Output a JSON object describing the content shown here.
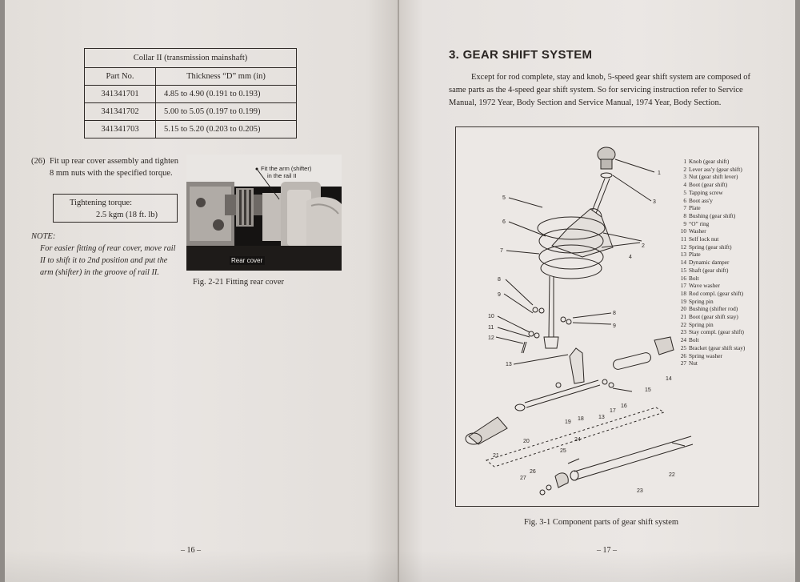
{
  "left_page": {
    "table": {
      "caption": "Collar II (transmission mainshaft)",
      "headers": [
        "Part No.",
        "Thickness “D”  mm (in)"
      ],
      "rows": [
        {
          "part_no": "341341701",
          "thickness": "4.85 to 4.90 (0.191 to 0.193)"
        },
        {
          "part_no": "341341702",
          "thickness": "5.00 to 5.05 (0.197 to 0.199)"
        },
        {
          "part_no": "341341703",
          "thickness": "5.15 to 5.20 (0.203 to 0.205)"
        }
      ]
    },
    "step": {
      "number": "(26)",
      "text": "Fit up rear cover assembly and tighten 8 mm nuts with the specified torque."
    },
    "torque": {
      "label": "Tightening torque:",
      "value": "2.5 kgm (18 ft. lb)"
    },
    "note": {
      "title": "NOTE:",
      "text": "For easier fitting of rear cover, move rail II to shift it to 2nd position and put the arm (shifter) in the groove of rail II."
    },
    "photo": {
      "callout_line1": "Fit the arm (shifter)",
      "callout_line2": "in the rail II",
      "rear_label": "Rear cover"
    },
    "figure_caption": "Fig. 2-21  Fitting rear cover",
    "page_number": "– 16 –"
  },
  "right_page": {
    "section_title": "3.  GEAR SHIFT SYSTEM",
    "intro": "Except for rod complete, stay and knob, 5-speed gear shift system are composed of same parts as the 4-speed gear shift system.  So for servicing instruction refer to Service Manual, 1972 Year, Body Section and Service Manual, 1974 Year, Body Section.",
    "legend": [
      {
        "n": "1",
        "label": "Knob (gear shift)"
      },
      {
        "n": "2",
        "label": "Lever ass'y (gear shift)"
      },
      {
        "n": "3",
        "label": "Nut (gear shift lever)"
      },
      {
        "n": "4",
        "label": "Boot (gear shift)"
      },
      {
        "n": "5",
        "label": "Tapping screw"
      },
      {
        "n": "6",
        "label": "Boot ass'y"
      },
      {
        "n": "7",
        "label": "Plate"
      },
      {
        "n": "8",
        "label": "Bushing (gear shift)"
      },
      {
        "n": "9",
        "label": "“O” ring"
      },
      {
        "n": "10",
        "label": "Washer"
      },
      {
        "n": "11",
        "label": "Self lock nut"
      },
      {
        "n": "12",
        "label": "Spring (gear shift)"
      },
      {
        "n": "13",
        "label": "Plate"
      },
      {
        "n": "14",
        "label": "Dynamic damper"
      },
      {
        "n": "15",
        "label": "Shaft (gear shift)"
      },
      {
        "n": "16",
        "label": "Bolt"
      },
      {
        "n": "17",
        "label": "Wave washer"
      },
      {
        "n": "18",
        "label": "Rod compl. (gear shift)"
      },
      {
        "n": "19",
        "label": "Spring pin"
      },
      {
        "n": "20",
        "label": "Bushing (shifter rod)"
      },
      {
        "n": "21",
        "label": "Boot (gear shift stay)"
      },
      {
        "n": "22",
        "label": "Spring pin"
      },
      {
        "n": "23",
        "label": "Stay compl. (gear shift)"
      },
      {
        "n": "24",
        "label": "Bolt"
      },
      {
        "n": "25",
        "label": "Bracket (gear shift stay)"
      },
      {
        "n": "26",
        "label": "Spring washer"
      },
      {
        "n": "27",
        "label": "Nut"
      }
    ],
    "callouts": [
      "1",
      "2",
      "3",
      "4",
      "5",
      "6",
      "7",
      "8",
      "9",
      "10",
      "11",
      "12",
      "13",
      "8",
      "9",
      "14",
      "15",
      "16",
      "17",
      "13",
      "18",
      "19",
      "20",
      "21",
      "22",
      "23",
      "24",
      "25",
      "26",
      "27"
    ],
    "figure_caption": "Fig. 3-1  Component parts of gear shift system",
    "page_number": "– 17 –"
  }
}
